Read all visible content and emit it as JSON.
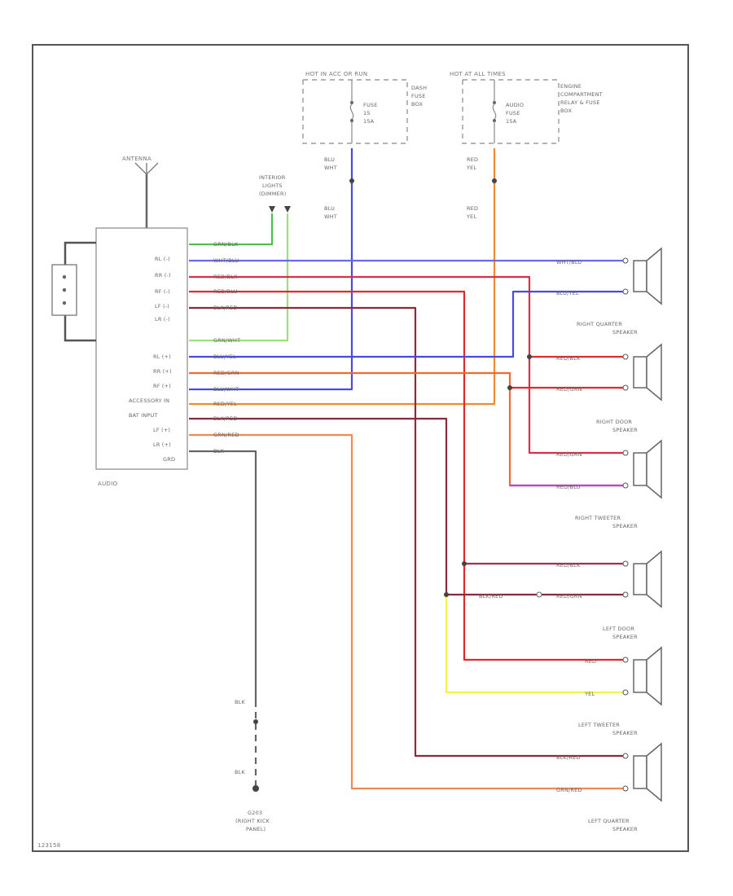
{
  "figure_id": "123158",
  "audio_unit": {
    "label": "AUDIO",
    "pins": [
      "RL (-)",
      "RR (-)",
      "RF (-)",
      "LF (-)",
      "LR (-)",
      "RL (+)",
      "RR (+)",
      "RF (+)",
      "ACCESSORY IN",
      "BAT INPUT",
      "LF (+)",
      "LR (+)",
      "GRD"
    ]
  },
  "antenna": {
    "label": "ANTENNA"
  },
  "interior_lights": {
    "label_lines": [
      "INTERIOR",
      "LIGHTS",
      "(DIMMER)"
    ]
  },
  "fuse_hot_run": {
    "top_label": "HOT IN ACC OR RUN",
    "fuse_lines": [
      "FUSE",
      "15",
      "15A"
    ],
    "box_lines": [
      "DASH",
      "FUSE",
      "BOX"
    ]
  },
  "fuse_hot_all": {
    "top_label": "HOT AT ALL TIMES",
    "fuse_lines": [
      "AUDIO",
      "FUSE",
      "15A"
    ],
    "box_lines": [
      "ENGINE",
      "COMPARTMENT",
      "RELAY & FUSE",
      "BOX"
    ]
  },
  "wire_labels": {
    "grn_blk": "GRN/BLK",
    "wht_blu": "WHT/BLU",
    "red_blk": "RED/BLK",
    "red_blu": "RED/BLU",
    "blk_red": "BLK/RED",
    "grn_wht": "GRN/WHT",
    "blu_yel": "BLU/YEL",
    "red_grn": "RED/GRN",
    "blu_wht": "BLU/WHT",
    "red_yel": "RED/YEL",
    "blk_red2": "BLK/RED",
    "grn_red": "GRN/RED",
    "blk": "BLK",
    "blu_wht_v1": "BLU",
    "blu_wht_v2": "WHT",
    "red_yel_v1": "RED",
    "red_yel_v2": "YEL",
    "red": "RED",
    "yel": "YEL"
  },
  "speaker_wire_labels": {
    "rq_top": "WHT/BLU",
    "rq_bot": "BLU/YEL",
    "rd_top": "RED/BLK",
    "rd_bot": "RED/GRN",
    "rt_top": "RED/GRN",
    "rt_bot": "RED/BLU",
    "ld_top": "RED/BLK",
    "ld_mid": "BLK/RED",
    "ld_bot": "RED/GRN",
    "lt_top": "RED",
    "lt_bot": "YEL",
    "lq_top": "BLK/RED",
    "lq_bot": "GRN/RED"
  },
  "speakers": {
    "right_quarter": [
      "RIGHT QUARTER",
      "SPEAKER"
    ],
    "right_door": [
      "RIGHT DOOR",
      "SPEAKER"
    ],
    "right_tweeter": [
      "RIGHT TWEETER",
      "SPEAKER"
    ],
    "left_door": [
      "LEFT DOOR",
      "SPEAKER"
    ],
    "left_tweeter": [
      "LEFT TWEETER",
      "SPEAKER"
    ],
    "left_quarter": [
      "LEFT QUARTER",
      "SPEAKER"
    ]
  },
  "ground": {
    "lines": [
      "G203",
      "(RIGHT KICK",
      "PANEL)"
    ],
    "wire_top": "BLK",
    "wire_bot": "BLK"
  },
  "colors": {
    "green": "#4cc24c",
    "blue": "#4a4ae0",
    "red": "#e02a2a",
    "darkred": "#8a2a3a",
    "orange": "#f08a30",
    "yellow": "#f2f24a",
    "purple": "#b04ad0",
    "gray": "#666666",
    "lightgreen": "#9be07a"
  }
}
